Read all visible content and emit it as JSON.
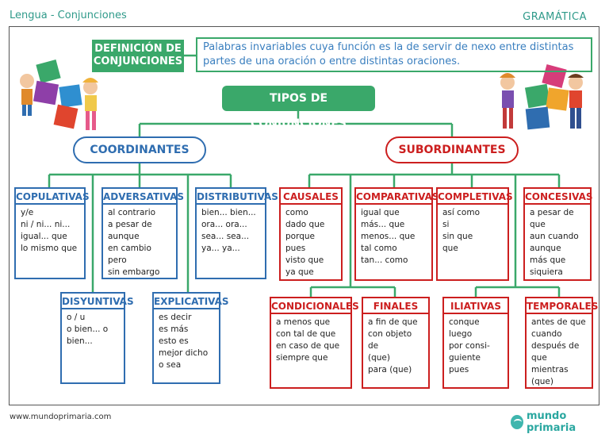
{
  "header": {
    "left": "Lengua - Conjunciones",
    "right": "GRAMÁTICA"
  },
  "definition": {
    "label": "DEFINICIÓN DE CONJUNCIONES",
    "text": "Palabras invariables cuya función es la de servir de nexo entre distintas partes de una oración o entre distintas oraciones."
  },
  "types_title": "TIPOS DE CONJUNCIONES",
  "coordinantes": {
    "label": "COORDINANTES",
    "copulativas": {
      "title": "COPULATIVAS",
      "items": [
        "y/e",
        "ni / ni... ni...",
        "igual... que",
        "lo mismo que"
      ]
    },
    "adversativas": {
      "title": "ADVERSATIVAS",
      "items": [
        "al contrario",
        "a pesar de",
        "aunque",
        "en cambio",
        "pero",
        "sin embargo"
      ]
    },
    "distributivas": {
      "title": "DISTRIBUTIVAS",
      "items": [
        "bien... bien...",
        "ora... ora...",
        "sea... sea...",
        "ya... ya..."
      ]
    },
    "disyuntivas": {
      "title": "DISYUNTIVAS",
      "items": [
        "o / u",
        "o bien... o",
        "bien..."
      ]
    },
    "explicativas": {
      "title": "EXPLICATIVAS",
      "items": [
        "es decir",
        "es más",
        "esto es",
        "mejor dicho",
        "o sea"
      ]
    }
  },
  "subordinantes": {
    "label": "SUBORDINANTES",
    "causales": {
      "title": "CAUSALES",
      "items": [
        "como",
        "dado que",
        "porque",
        "pues",
        "visto que",
        "ya que"
      ]
    },
    "comparativas": {
      "title": "COMPARATIVAS",
      "items": [
        "igual que",
        "más... que",
        "menos... que",
        "tal como",
        "tan... como"
      ]
    },
    "completivas": {
      "title": "COMPLETIVAS",
      "items": [
        "así como",
        "si",
        "sin que",
        "que"
      ]
    },
    "concesivas": {
      "title": "CONCESIVAS",
      "items": [
        "a pesar de",
        "que",
        "aun cuando",
        "aunque",
        "más que",
        "siquiera"
      ]
    },
    "condicionales": {
      "title": "CONDICIONALES",
      "items": [
        "a menos que",
        "con tal de que",
        "en caso de que",
        "siempre que"
      ]
    },
    "finales": {
      "title": "FINALES",
      "items": [
        "a fin de que",
        "con objeto de",
        "(que)",
        "para (que)"
      ]
    },
    "ilativas": {
      "title": "ILIATIVAS",
      "items": [
        "conque",
        "luego",
        "por consi-",
        "guiente",
        "pues"
      ]
    },
    "temporales": {
      "title": "TEMPORALES",
      "items": [
        "antes de que",
        "cuando",
        "después de que",
        "mientras (que)"
      ]
    }
  },
  "footer": {
    "url": "www.mundoprimaria.com",
    "logo": "mundo primaria"
  },
  "colors": {
    "green": "#3aa86a",
    "blue": "#2f6db0",
    "red": "#cc1f1f",
    "teal": "#2f9a8a"
  }
}
